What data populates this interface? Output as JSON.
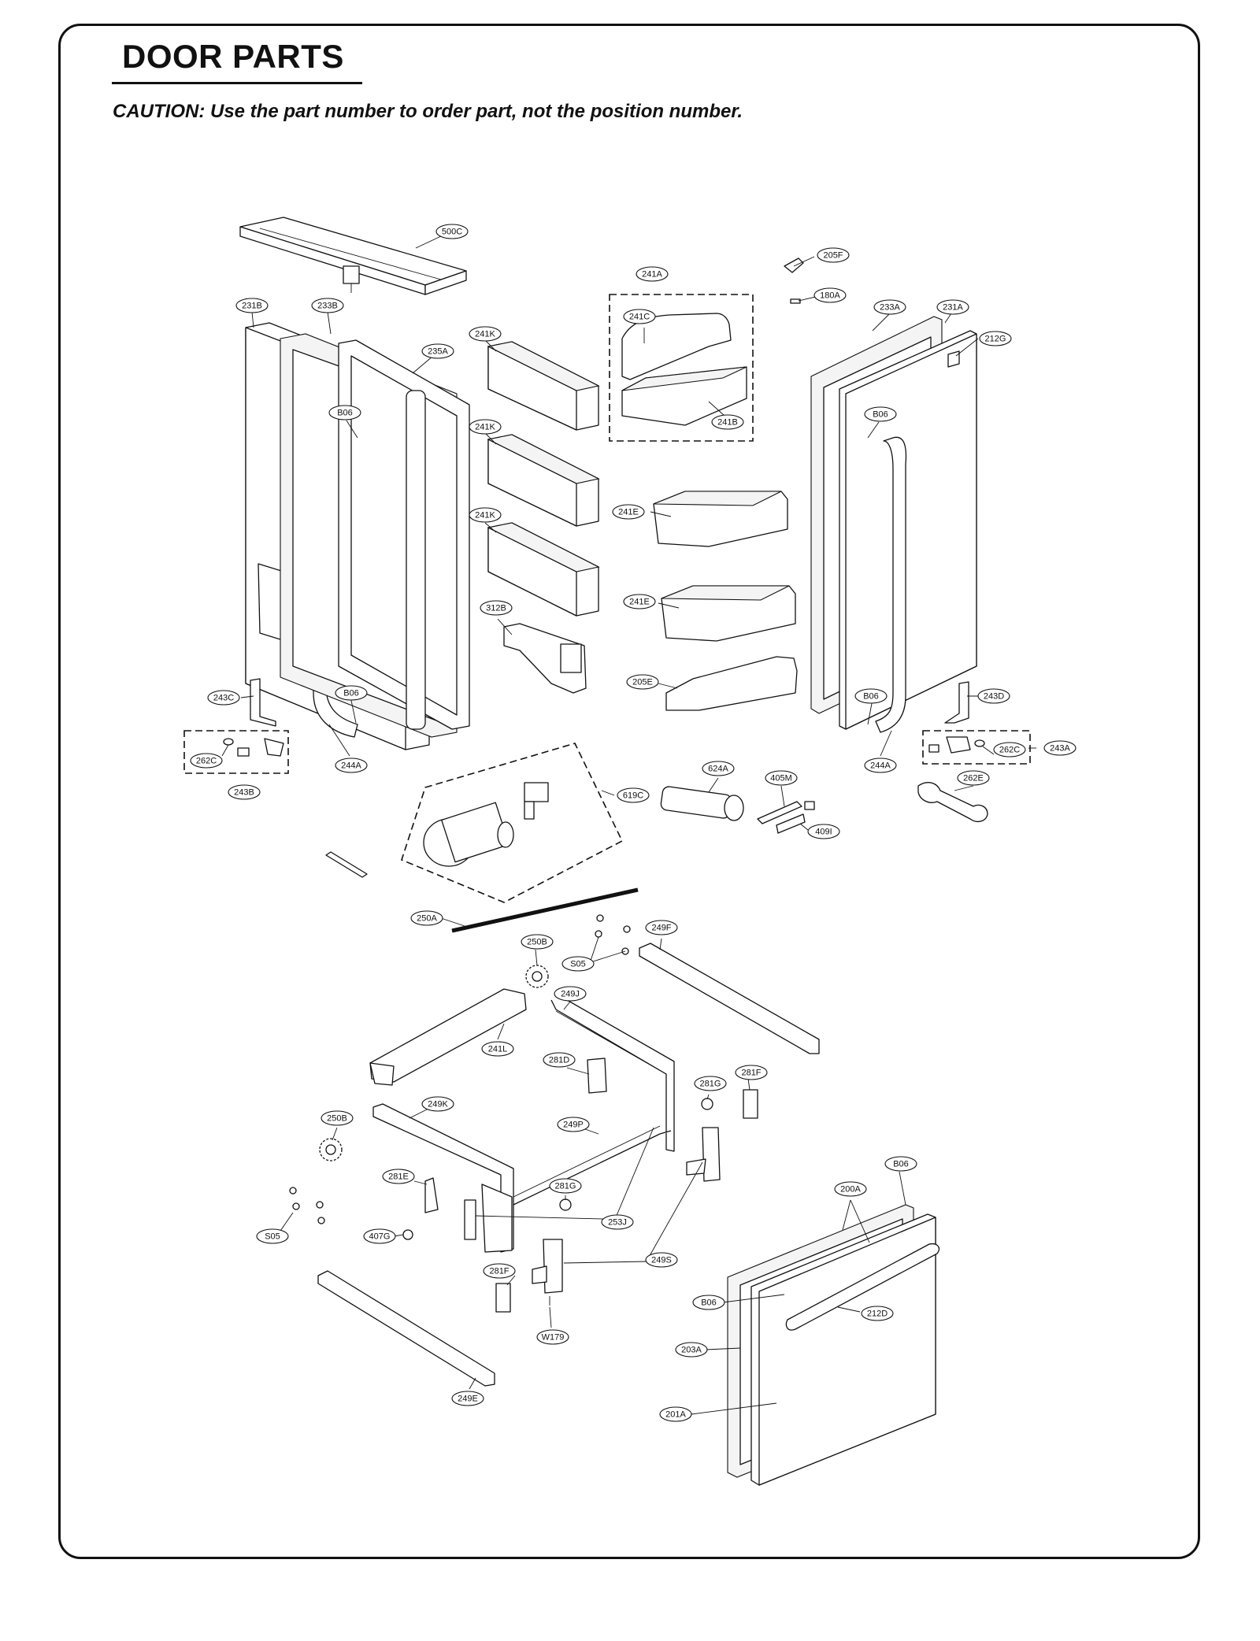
{
  "header": {
    "title": "DOOR PARTS",
    "caution": "CAUTION: Use the part number to order part, not the position number."
  },
  "callouts": [
    {
      "id": "c500C",
      "label": "500C"
    },
    {
      "id": "c205F",
      "label": "205F"
    },
    {
      "id": "c241A",
      "label": "241A"
    },
    {
      "id": "c180A",
      "label": "180A"
    },
    {
      "id": "c231B",
      "label": "231B"
    },
    {
      "id": "c233B",
      "label": "233B"
    },
    {
      "id": "c233A",
      "label": "233A"
    },
    {
      "id": "c231A",
      "label": "231A"
    },
    {
      "id": "c241C",
      "label": "241C"
    },
    {
      "id": "c241K1",
      "label": "241K"
    },
    {
      "id": "c212G",
      "label": "212G"
    },
    {
      "id": "c235A",
      "label": "235A"
    },
    {
      "id": "cB06a",
      "label": "B06"
    },
    {
      "id": "c241B",
      "label": "241B"
    },
    {
      "id": "cB06b",
      "label": "B06"
    },
    {
      "id": "c241K2",
      "label": "241K"
    },
    {
      "id": "c241K3",
      "label": "241K"
    },
    {
      "id": "c241E1",
      "label": "241E"
    },
    {
      "id": "c312B",
      "label": "312B"
    },
    {
      "id": "c241E2",
      "label": "241E"
    },
    {
      "id": "c205E",
      "label": "205E"
    },
    {
      "id": "c243C",
      "label": "243C"
    },
    {
      "id": "cB06c",
      "label": "B06"
    },
    {
      "id": "cB06d",
      "label": "B06"
    },
    {
      "id": "c243D",
      "label": "243D"
    },
    {
      "id": "c262C1",
      "label": "262C"
    },
    {
      "id": "c244A1",
      "label": "244A"
    },
    {
      "id": "c243B",
      "label": "243B"
    },
    {
      "id": "c624A",
      "label": "624A"
    },
    {
      "id": "c244A2",
      "label": "244A"
    },
    {
      "id": "c262C2",
      "label": "262C"
    },
    {
      "id": "c243A",
      "label": "243A"
    },
    {
      "id": "c405M",
      "label": "405M"
    },
    {
      "id": "c262E",
      "label": "262E"
    },
    {
      "id": "c619C",
      "label": "619C"
    },
    {
      "id": "c409I",
      "label": "409I"
    },
    {
      "id": "c250A",
      "label": "250A"
    },
    {
      "id": "c249F",
      "label": "249F"
    },
    {
      "id": "c250B1",
      "label": "250B"
    },
    {
      "id": "cS05a",
      "label": "S05"
    },
    {
      "id": "c249J",
      "label": "249J"
    },
    {
      "id": "c241L",
      "label": "241L"
    },
    {
      "id": "c281D",
      "label": "281D"
    },
    {
      "id": "c281F1",
      "label": "281F"
    },
    {
      "id": "c281G1",
      "label": "281G"
    },
    {
      "id": "c249K",
      "label": "249K"
    },
    {
      "id": "c250B2",
      "label": "250B"
    },
    {
      "id": "c249P",
      "label": "249P"
    },
    {
      "id": "cB06e",
      "label": "B06"
    },
    {
      "id": "c281E",
      "label": "281E"
    },
    {
      "id": "c200A",
      "label": "200A"
    },
    {
      "id": "c281G2",
      "label": "281G"
    },
    {
      "id": "c253J",
      "label": "253J"
    },
    {
      "id": "cS05b",
      "label": "S05"
    },
    {
      "id": "c407G",
      "label": "407G"
    },
    {
      "id": "c249S",
      "label": "249S"
    },
    {
      "id": "c281F2",
      "label": "281F"
    },
    {
      "id": "cB06f",
      "label": "B06"
    },
    {
      "id": "c212D",
      "label": "212D"
    },
    {
      "id": "cW179",
      "label": "W179"
    },
    {
      "id": "c203A",
      "label": "203A"
    },
    {
      "id": "c249E",
      "label": "249E"
    },
    {
      "id": "c201A",
      "label": "201A"
    }
  ]
}
